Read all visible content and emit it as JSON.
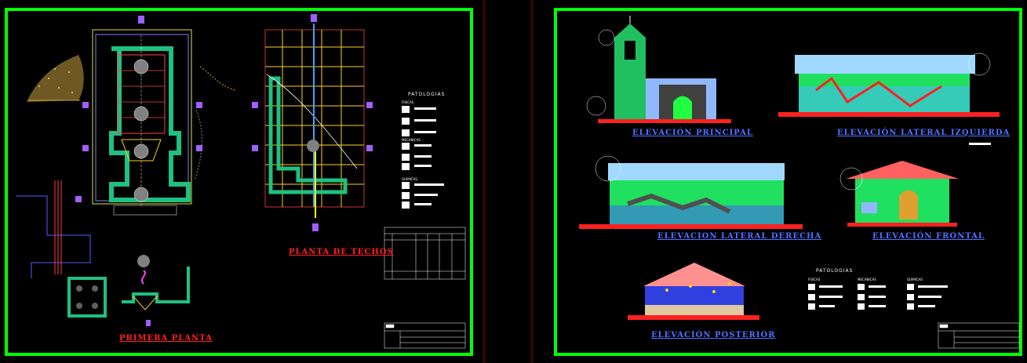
{
  "sheet_left": {
    "titles": {
      "primera_planta": "PRIMERA  PLANTA",
      "planta_de_techos": "PLANTA DE TECHOS"
    },
    "legend": {
      "title": "PATOLOGIAS",
      "groups": [
        {
          "label": "FISICAS"
        },
        {
          "label": "MECANICAS"
        },
        {
          "label": "QUIMICAS"
        }
      ]
    }
  },
  "sheet_right": {
    "titles": {
      "elevacion_principal": "ELEVACIÓN PRINCIPAL",
      "elevacion_lateral_izquierda": "ELEVACIÓN LATERAL IZQUIERDA",
      "elevacion_lateral_derecha": "ELEVACION LATERAL DERECHA",
      "elevacion_frontal": "ELEVACIÓN FRONTAL",
      "elevacion_posterior": "ELEVACIÓN POSTERIOR"
    },
    "legend": {
      "title": "PATOLOGIAS",
      "groups": [
        {
          "label": "FISICAS"
        },
        {
          "label": "MECANICAS"
        },
        {
          "label": "QUIMICAS"
        }
      ]
    }
  },
  "colors": {
    "frame": "#00ff00",
    "title_red": "#ff2020",
    "title_blue": "#5070ff",
    "wall_green": "#20c060",
    "roof_blue": "#a0d8ff",
    "grid_yellow": "#ffd020"
  }
}
